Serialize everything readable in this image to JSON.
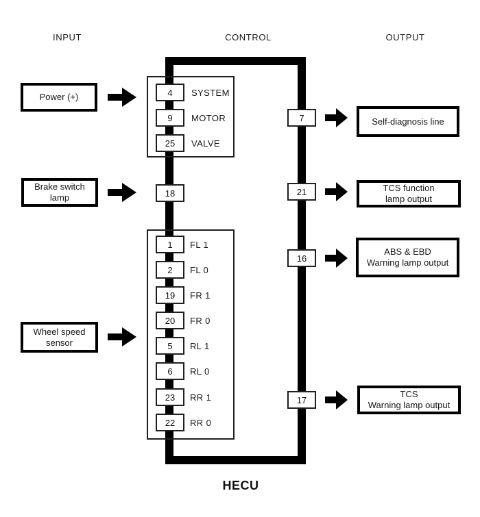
{
  "colors": {
    "ink": "#000000",
    "paper": "#ffffff"
  },
  "headers": {
    "input": "INPUT",
    "control": "CONTROL",
    "output": "OUTPUT"
  },
  "hecu_label": "HECU",
  "inputs": [
    {
      "label": "Power (+)"
    },
    {
      "label": "Brake switch\nlamp"
    },
    {
      "label": "Wheel speed\nsensor"
    }
  ],
  "outputs": [
    {
      "label": "Self-diagnosis line"
    },
    {
      "label": "TCS function\nlamp output"
    },
    {
      "label": "ABS & EBD\nWarning lamp output"
    },
    {
      "label": "TCS\nWarning lamp output"
    }
  ],
  "control": {
    "power_pins": [
      {
        "number": "4",
        "label": "SYSTEM"
      },
      {
        "number": "9",
        "label": "MOTOR"
      },
      {
        "number": "25",
        "label": "VALVE"
      }
    ],
    "brake_pin": {
      "number": "18"
    },
    "wheel_pins": [
      {
        "number": "1",
        "label": "FL 1"
      },
      {
        "number": "2",
        "label": "FL 0"
      },
      {
        "number": "19",
        "label": "FR 1"
      },
      {
        "number": "20",
        "label": "FR 0"
      },
      {
        "number": "5",
        "label": "RL 1"
      },
      {
        "number": "6",
        "label": "RL 0"
      },
      {
        "number": "23",
        "label": "RR 1"
      },
      {
        "number": "22",
        "label": "RR 0"
      }
    ],
    "output_pins": [
      {
        "number": "7"
      },
      {
        "number": "21"
      },
      {
        "number": "16"
      },
      {
        "number": "17"
      }
    ]
  }
}
